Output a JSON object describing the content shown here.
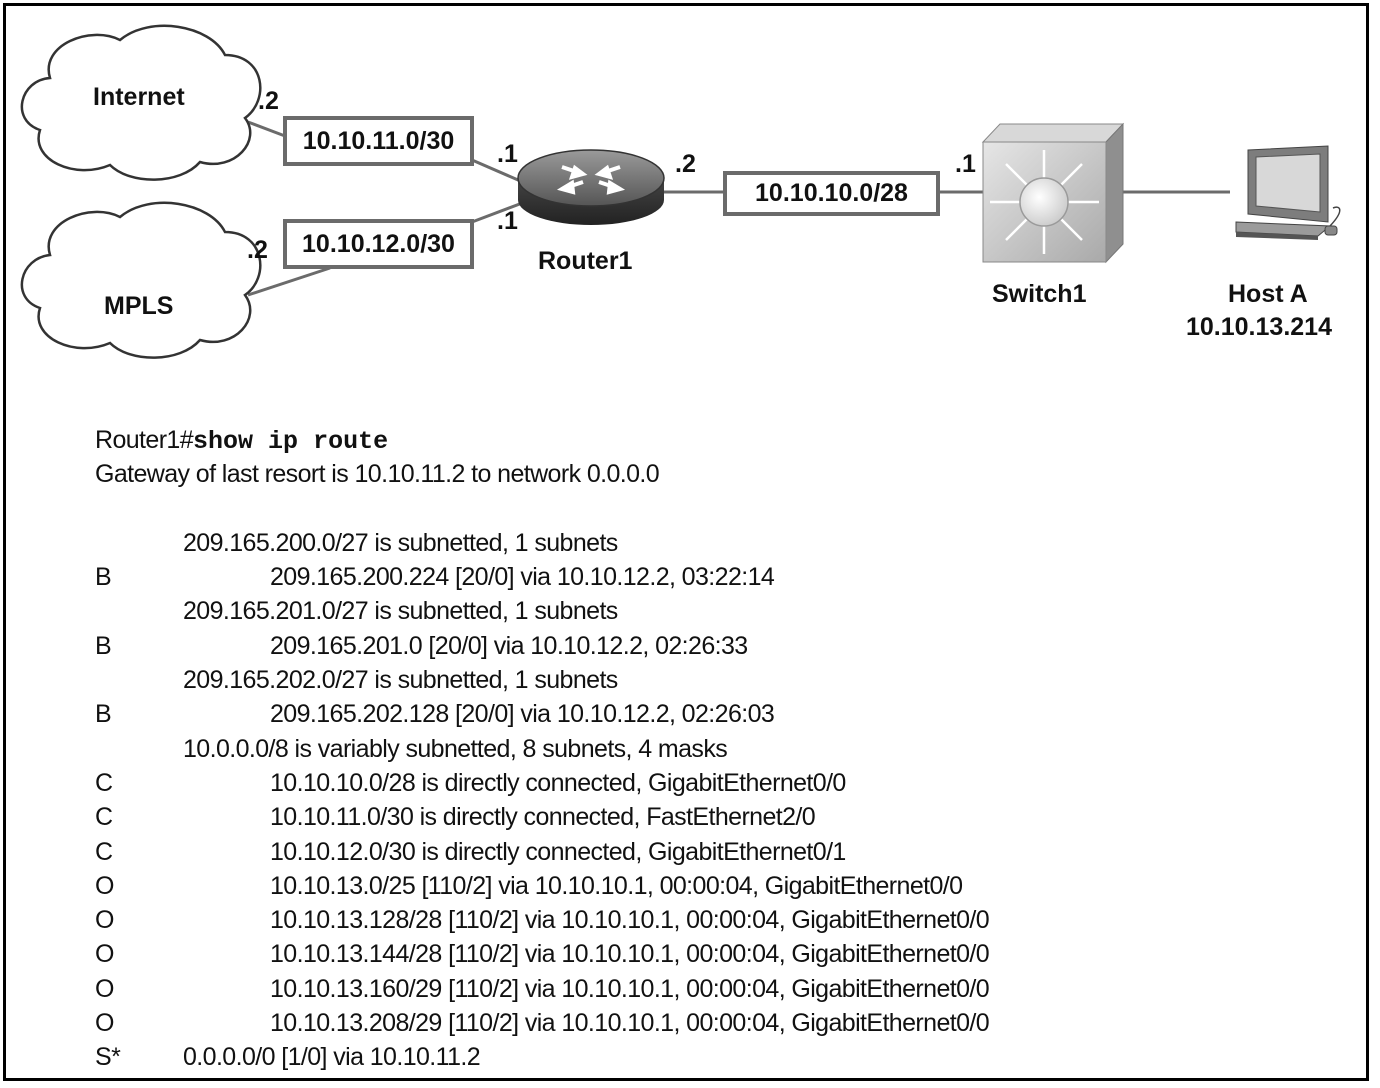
{
  "diagram": {
    "clouds": {
      "internet": "Internet",
      "mpls": "MPLS"
    },
    "links": {
      "internet_router": {
        "network": "10.10.11.0/30",
        "cloud_side": ".2",
        "router_side": ".1"
      },
      "mpls_router": {
        "network": "10.10.12.0/30",
        "cloud_side": ".2",
        "router_side": ".1"
      },
      "router_switch": {
        "network": "10.10.10.0/28",
        "router_side": ".2",
        "switch_side": ".1"
      }
    },
    "devices": {
      "router": "Router1",
      "switch": "Switch1",
      "host_name": "Host A",
      "host_ip": "10.10.13.214"
    }
  },
  "cli": {
    "prompt": "Router1#",
    "command": "show ip route",
    "gateway": "Gateway of last resort is 10.10.11.2 to network 0.0.0.0",
    "routes": [
      {
        "code": "",
        "text": "209.165.200.0/27 is subnetted, 1 subnets",
        "indent": 1
      },
      {
        "code": "B",
        "text": "209.165.200.224 [20/0] via 10.10.12.2, 03:22:14",
        "indent": 2
      },
      {
        "code": "",
        "text": "209.165.201.0/27 is subnetted, 1 subnets",
        "indent": 1
      },
      {
        "code": "B",
        "text": "209.165.201.0 [20/0] via 10.10.12.2, 02:26:33",
        "indent": 2
      },
      {
        "code": "",
        "text": "209.165.202.0/27 is subnetted, 1 subnets",
        "indent": 1
      },
      {
        "code": "B",
        "text": "209.165.202.128 [20/0] via 10.10.12.2, 02:26:03",
        "indent": 2
      },
      {
        "code": "",
        "text": "10.0.0.0/8 is variably subnetted, 8 subnets, 4 masks",
        "indent": 1
      },
      {
        "code": "C",
        "text": "10.10.10.0/28 is directly connected, GigabitEthernet0/0",
        "indent": 2
      },
      {
        "code": "C",
        "text": "10.10.11.0/30 is directly connected, FastEthernet2/0",
        "indent": 2
      },
      {
        "code": "C",
        "text": "10.10.12.0/30 is directly connected, GigabitEthernet0/1",
        "indent": 2
      },
      {
        "code": "O",
        "text": "10.10.13.0/25 [110/2] via 10.10.10.1, 00:00:04, GigabitEthernet0/0",
        "indent": 2
      },
      {
        "code": "O",
        "text": "10.10.13.128/28 [110/2] via 10.10.10.1, 00:00:04, GigabitEthernet0/0",
        "indent": 2
      },
      {
        "code": "O",
        "text": "10.10.13.144/28 [110/2] via 10.10.10.1, 00:00:04, GigabitEthernet0/0",
        "indent": 2
      },
      {
        "code": "O",
        "text": "10.10.13.160/29 [110/2] via 10.10.10.1, 00:00:04, GigabitEthernet0/0",
        "indent": 2
      },
      {
        "code": "O",
        "text": "10.10.13.208/29 [110/2] via 10.10.10.1, 00:00:04, GigabitEthernet0/0",
        "indent": 2
      },
      {
        "code": "S*",
        "text": "0.0.0.0/0 [1/0] via 10.10.11.2",
        "indent": 1
      }
    ]
  },
  "colors": {
    "link_line": "#6b6b6b",
    "router_body": "#4a4a4a",
    "switch_body": "#c9c9c9",
    "frame": "#000000"
  }
}
